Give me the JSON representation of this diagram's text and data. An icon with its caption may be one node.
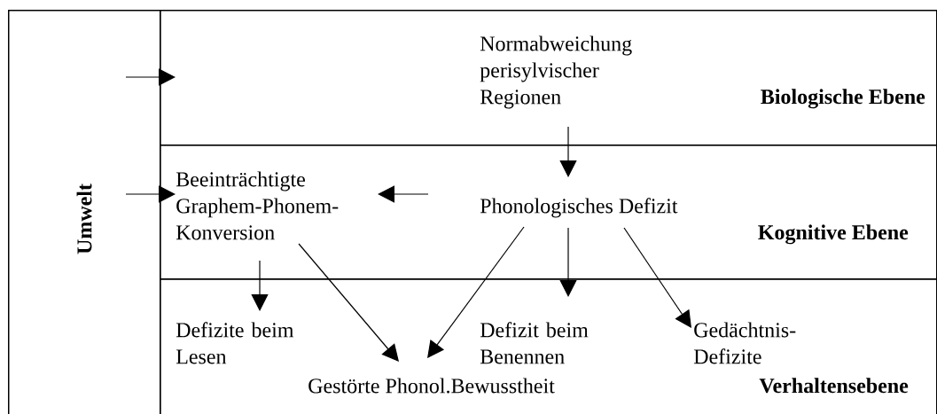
{
  "diagram": {
    "nodes": [
      {
        "text": [
          "Umwelt"
        ]
      },
      {
        "text": [
          "Biologische Ebene"
        ]
      },
      {
        "text": [
          "Normabweichung perisylvischer Regionen"
        ],
        "in": 1
      },
      {
        "text": [
          "Kognitive Ebene"
        ]
      },
      {
        "text": [
          "Beeinträchtigte Graphem-Phonem- Konversion"
        ],
        "in": 3
      },
      {
        "text": [
          "Phonologisches Defizit"
        ],
        "in": 3
      },
      {
        "text": [
          "Verhaltensebene"
        ]
      },
      {
        "text": [
          "Defizite beim Lesen"
        ],
        "in": 6
      },
      {
        "text": [
          "Defizit beim Benennen"
        ],
        "in": 6
      },
      {
        "text": [
          "Gedächtnis- Defizite"
        ],
        "in": 6
      },
      {
        "text": [
          "Gestörte Phonol.Bewusstheit"
        ],
        "in": 6
      }
    ],
    "edges": [
      {
        "from": 0,
        "to": 1,
        "arrow": "to"
      },
      {
        "from": 0,
        "to": 4,
        "arrow": "to"
      },
      {
        "from": 2,
        "to": 5,
        "arrow": "to"
      },
      {
        "from": 5,
        "to": 4,
        "arrow": "to"
      },
      {
        "from": 4,
        "to": 7,
        "arrow": "to"
      },
      {
        "from": 4,
        "to": 10,
        "arrow": "to"
      },
      {
        "from": 5,
        "to": 10,
        "arrow": "to"
      },
      {
        "from": 5,
        "to": 8,
        "arrow": "to"
      },
      {
        "from": 5,
        "to": 9,
        "arrow": "to"
      }
    ]
  }
}
